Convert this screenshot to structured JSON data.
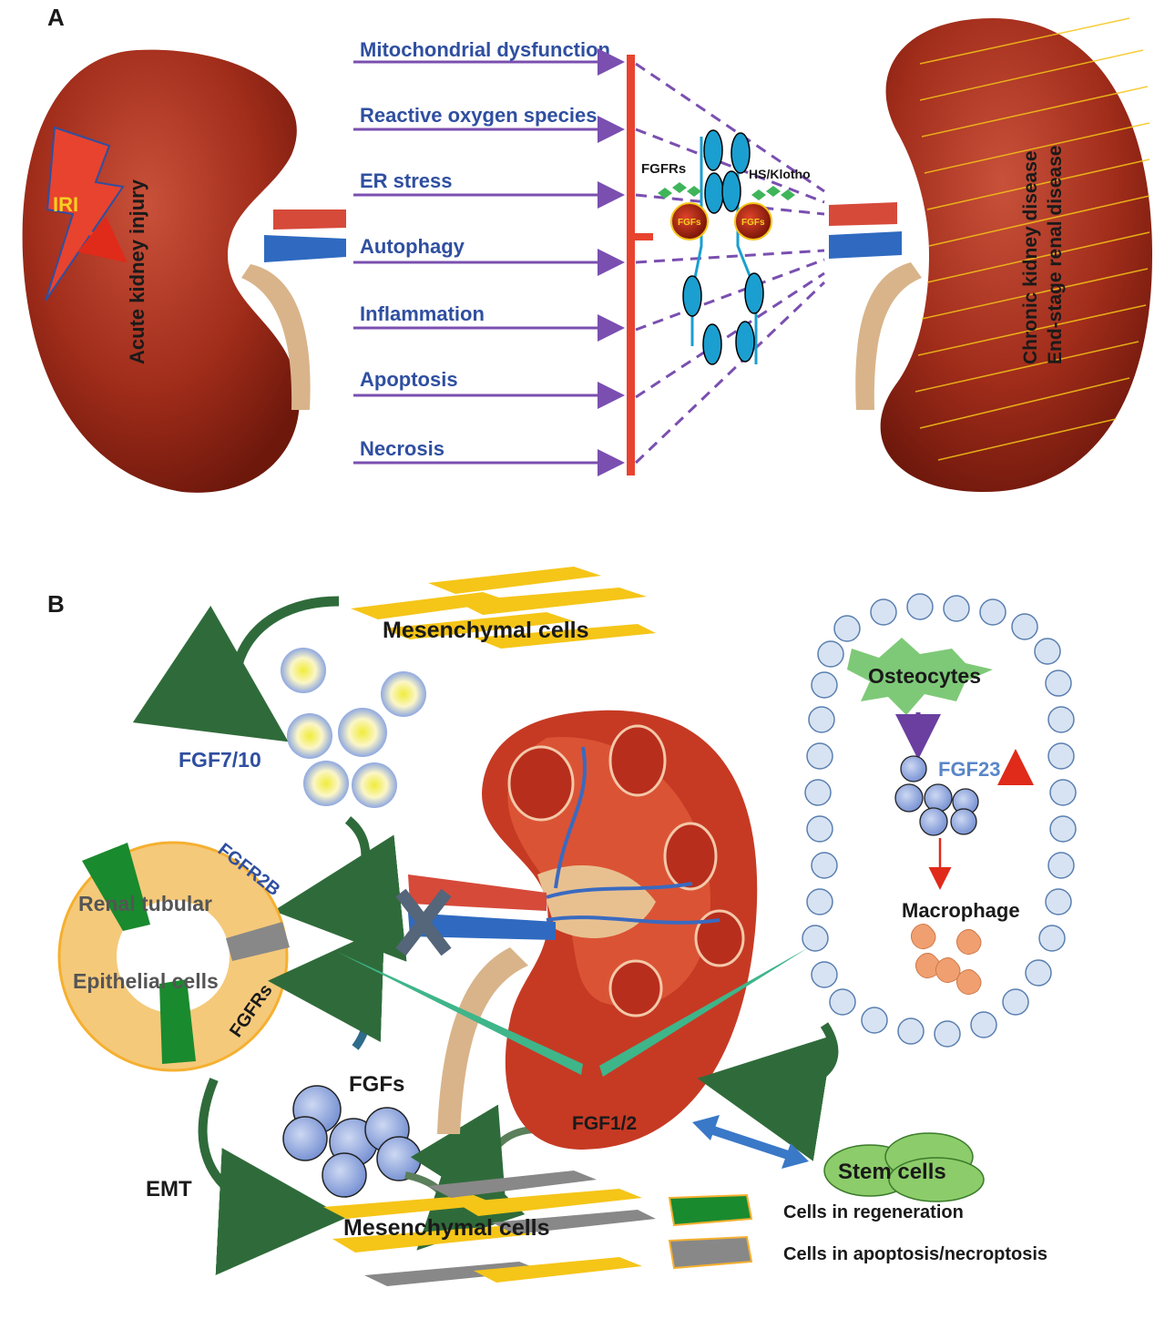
{
  "panel_a": {
    "label": "A",
    "left_kidney": {
      "iri": "IRI",
      "text": "Acute kidney injury"
    },
    "pathways": [
      "Mitochondrial dysfunction",
      "Reactive oxygen species",
      "ER stress",
      "Autophagy",
      "Inflammation",
      "Apoptosis",
      "Necrosis"
    ],
    "receptor": {
      "fgfrs": "FGFRs",
      "hs": "HS/Klotho",
      "fgfs": "FGFs"
    },
    "right_kidney": {
      "line1": "Chronic kidney disease",
      "line2": "End-stage renal disease"
    }
  },
  "panel_b": {
    "label": "B",
    "mesenchymal_top": "Mesenchymal cells",
    "fgf7_10": "FGF7/10",
    "fgfr2b": "FGFR2B",
    "renal_tubular": "Renal tubular",
    "epithelial": "Epithelial cells",
    "fgfrs": "FGFRs",
    "fgfs": "FGFs",
    "emt": "EMT",
    "mesenchymal_bottom": "Mesenchymal cells",
    "fgf1_2": "FGF1/2",
    "osteocytes": "Osteocytes",
    "fgf23": "FGF23",
    "macrophage": "Macrophage",
    "stem_cells": "Stem cells",
    "legend": [
      {
        "label": "Cells in regeneration",
        "color": "#1a8a2e"
      },
      {
        "label": "Cells in apoptosis/necroptosis",
        "color": "#888888"
      }
    ]
  },
  "colors": {
    "kidney": "#a8321f",
    "pathway_text": "#2f4fa0",
    "arrow_purple": "#7a4fb0",
    "inhibit_red": "#e8432e",
    "receptor_blue": "#1a9fd0",
    "yellow_cells": "#f5c518",
    "blue_cells": "#8fa8e0",
    "teal": "#3fb58a"
  }
}
